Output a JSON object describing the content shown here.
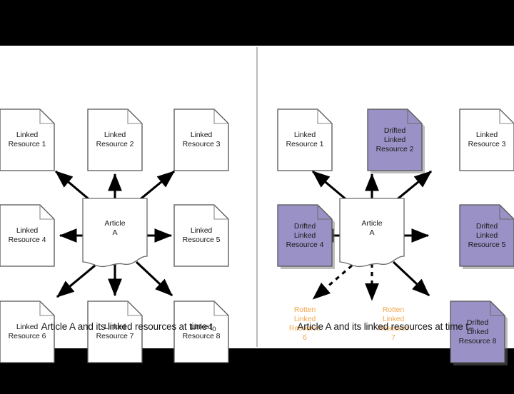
{
  "figure": {
    "background": "#ffffff",
    "letterbox_color": "#000000",
    "divider_color": "#bcbcbc"
  },
  "colors": {
    "drifted_fill": "#9a92c6",
    "normal_fill": "#ffffff",
    "node_stroke": "#555555",
    "rotten_text": "#f4a74c",
    "arrow": "#000000",
    "text": "#1a1a1a"
  },
  "panels": [
    {
      "id": "left",
      "caption_prefix": "Article A and its linked resources at time t",
      "caption_subscript": "0",
      "center": {
        "name": "Article A",
        "line1": "Article",
        "line2": "A"
      },
      "nodes": [
        {
          "id": "lr1",
          "lines": [
            "Linked",
            "Resource 1"
          ],
          "state": "normal"
        },
        {
          "id": "lr2",
          "lines": [
            "Linked",
            "Resource 2"
          ],
          "state": "normal"
        },
        {
          "id": "lr3",
          "lines": [
            "Linked",
            "Resource 3"
          ],
          "state": "normal"
        },
        {
          "id": "lr4",
          "lines": [
            "Linked",
            "Resource 4"
          ],
          "state": "normal"
        },
        {
          "id": "lr5",
          "lines": [
            "Linked",
            "Resource 5"
          ],
          "state": "normal"
        },
        {
          "id": "lr6",
          "lines": [
            "Linked",
            "Resource 6"
          ],
          "state": "normal"
        },
        {
          "id": "lr7",
          "lines": [
            "Linked",
            "Resource 7"
          ],
          "state": "normal"
        },
        {
          "id": "lr8",
          "lines": [
            "Linked",
            "Resource 8"
          ],
          "state": "normal"
        }
      ]
    },
    {
      "id": "right",
      "caption_prefix": "Article A and its linked resources at time t",
      "caption_subscript": "m",
      "center": {
        "name": "Article A",
        "line1": "Article",
        "line2": "A"
      },
      "nodes": [
        {
          "id": "lr1",
          "lines": [
            "Linked",
            "Resource 1"
          ],
          "state": "normal"
        },
        {
          "id": "lr2",
          "lines": [
            "Drifted",
            "Linked",
            "Resource 2"
          ],
          "state": "drifted"
        },
        {
          "id": "lr3",
          "lines": [
            "Linked",
            "Resource 3"
          ],
          "state": "normal"
        },
        {
          "id": "lr4",
          "lines": [
            "Drifted",
            "Linked",
            "Resource 4"
          ],
          "state": "drifted"
        },
        {
          "id": "lr5",
          "lines": [
            "Drifted",
            "Linked",
            "Resource 5"
          ],
          "state": "drifted"
        },
        {
          "id": "lr6",
          "lines": [
            "Rotten",
            "Linked",
            "Resource",
            "6"
          ],
          "state": "rotten"
        },
        {
          "id": "lr7",
          "lines": [
            "Rotten",
            "Linked",
            "Resource",
            "7"
          ],
          "state": "rotten"
        },
        {
          "id": "lr8",
          "lines": [
            "Drifted",
            "Linked",
            "Resource 8"
          ],
          "state": "drifted"
        }
      ]
    }
  ]
}
